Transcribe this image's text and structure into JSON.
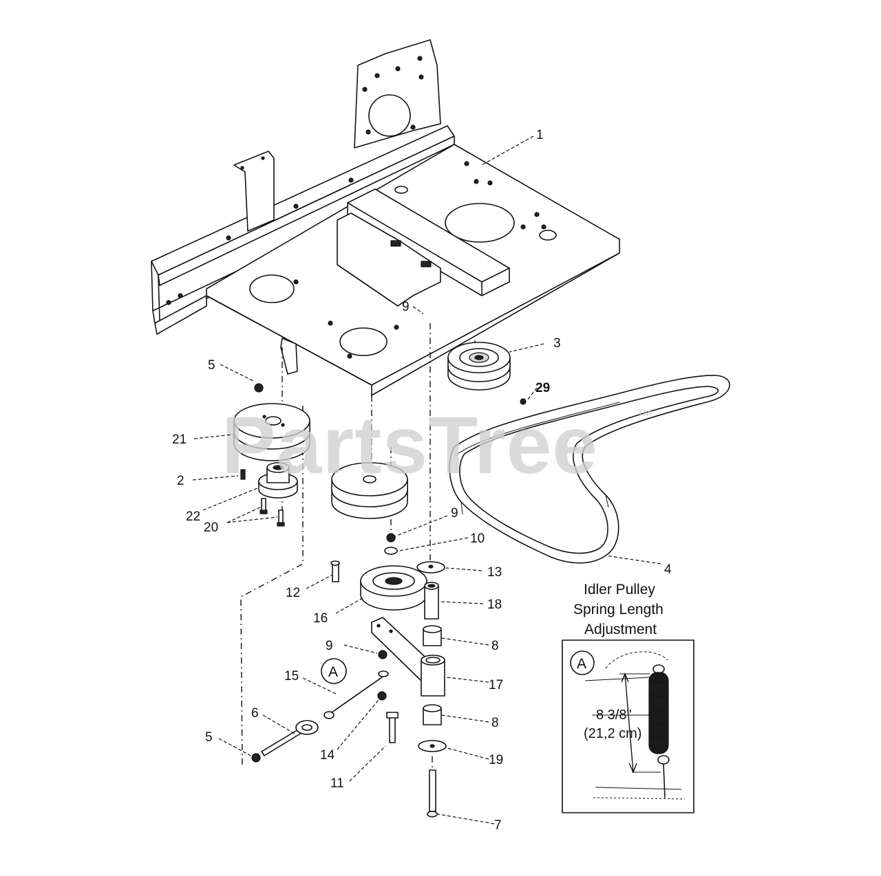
{
  "watermark": {
    "text": "PartsTree",
    "trademark": "TM"
  },
  "callouts": [
    {
      "id": "c-1",
      "label": "1"
    },
    {
      "id": "c-9a",
      "label": "9"
    },
    {
      "id": "c-3",
      "label": "3"
    },
    {
      "id": "c-29",
      "label": "29"
    },
    {
      "id": "c-5a",
      "label": "5"
    },
    {
      "id": "c-21",
      "label": "21"
    },
    {
      "id": "c-2",
      "label": "2"
    },
    {
      "id": "c-22",
      "label": "22"
    },
    {
      "id": "c-20",
      "label": "20"
    },
    {
      "id": "c-9b",
      "label": "9"
    },
    {
      "id": "c-10",
      "label": "10"
    },
    {
      "id": "c-13",
      "label": "13"
    },
    {
      "id": "c-4",
      "label": "4"
    },
    {
      "id": "c-12",
      "label": "12"
    },
    {
      "id": "c-18",
      "label": "18"
    },
    {
      "id": "c-16",
      "label": "16"
    },
    {
      "id": "c-8a",
      "label": "8"
    },
    {
      "id": "c-9c",
      "label": "9"
    },
    {
      "id": "c-17",
      "label": "17"
    },
    {
      "id": "c-15",
      "label": "15"
    },
    {
      "id": "c-6",
      "label": "6"
    },
    {
      "id": "c-8b",
      "label": "8"
    },
    {
      "id": "c-5b",
      "label": "5"
    },
    {
      "id": "c-14",
      "label": "14"
    },
    {
      "id": "c-19",
      "label": "19"
    },
    {
      "id": "c-11",
      "label": "11"
    },
    {
      "id": "c-7",
      "label": "7"
    }
  ],
  "detail_marker": "A",
  "inset": {
    "title_lines": [
      "Idler Pulley",
      "Spring Length",
      "Adjustment"
    ],
    "marker": "A",
    "dimension_imperial": "8 3/8\"",
    "dimension_metric": "(21,2 cm)"
  }
}
